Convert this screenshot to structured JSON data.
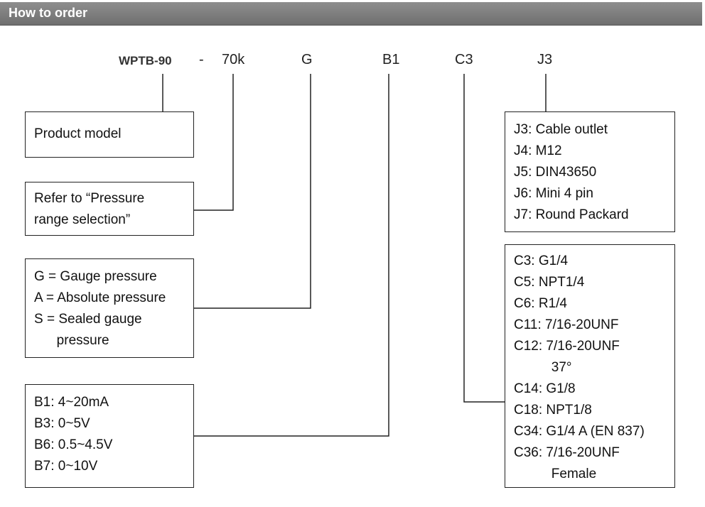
{
  "header": {
    "title": "How to order"
  },
  "code": {
    "model": "WPTB-90",
    "dash": "-",
    "range": "70k",
    "pressure_type": "G",
    "output": "B1",
    "connection": "C3",
    "electrical": "J3"
  },
  "boxes": {
    "model": {
      "lines": [
        "Product model"
      ]
    },
    "range": {
      "lines": [
        "Refer to “Pressure",
        "range selection”"
      ]
    },
    "pressure_type": {
      "lines": [
        "G = Gauge pressure",
        "A = Absolute pressure",
        "S = Sealed gauge",
        "      pressure"
      ]
    },
    "output": {
      "lines": [
        "B1: 4~20mA",
        "B3: 0~5V",
        "B6: 0.5~4.5V",
        "B7: 0~10V"
      ]
    },
    "electrical": {
      "lines": [
        "J3: Cable outlet",
        "J4: M12",
        "J5: DIN43650",
        "J6: Mini 4 pin",
        "J7: Round Packard"
      ]
    },
    "connection": {
      "lines": [
        "C3: G1/4",
        "C5: NPT1/4",
        "C6: R1/4",
        "C11: 7/16-20UNF",
        "C12: 7/16-20UNF",
        "          37°",
        "C14: G1/8",
        "C18: NPT1/8",
        "C34: G1/4 A (EN 837)",
        "C36: 7/16-20UNF",
        "          Female"
      ]
    }
  }
}
